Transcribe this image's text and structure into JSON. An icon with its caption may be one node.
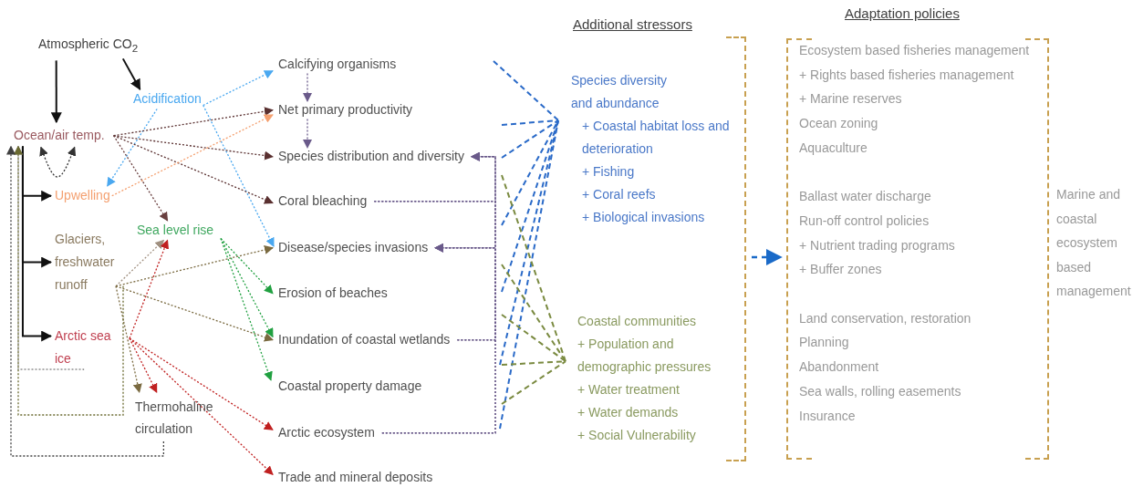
{
  "diagram": {
    "nodes": [
      {
        "text": [
          "Atmospheric CO$_{2}$"
        ]
      },
      {
        "text": [
          "Acidification"
        ]
      },
      {
        "text": [
          "Ocean/air temp."
        ]
      },
      {
        "text": [
          "Upwelling"
        ]
      },
      {
        "text": [
          "Glaciers, freshwater runoff"
        ]
      },
      {
        "text": [
          "Arctic sea ice"
        ]
      },
      {
        "text": [
          "Sea level rise"
        ]
      },
      {
        "text": [
          "Thermohaline circulation"
        ]
      },
      {
        "text": [
          "Calcifying organisms"
        ]
      },
      {
        "text": [
          "Net primary productivity"
        ]
      },
      {
        "text": [
          "Species distribution and diversity"
        ]
      },
      {
        "text": [
          "Coral bleaching"
        ]
      },
      {
        "text": [
          "Disease/species invasions"
        ]
      },
      {
        "text": [
          "Erosion of beaches"
        ]
      },
      {
        "text": [
          "Inundation of coastal wetlands"
        ]
      },
      {
        "text": [
          "Coastal property damage"
        ]
      },
      {
        "text": [
          "Arctic ecosystem"
        ]
      },
      {
        "text": [
          "Trade and mineral deposits"
        ]
      },
      {
        "text": [
          "Additional stressors"
        ]
      },
      {
        "text": [
          "Species diversity and abundance",
          "+ Coastal habitat loss and deterioration",
          "+ Fishing",
          "+ Coral reefs",
          "+ Biological invasions"
        ],
        "in": 18
      },
      {
        "text": [
          "Coastal communities",
          "+ Population and demographic pressures",
          "+ Water treatment",
          "+ Water demands",
          "+ Social Vulnerability"
        ],
        "in": 18
      },
      {
        "text": [
          "Adaptation policies",
          "Ecosystem based fisheries management",
          "+ Rights based fisheries management",
          "+ Marine reserves",
          "Ocean zoning",
          "Aquaculture",
          "Ballast water discharge",
          "Run-off control policies",
          "+ Nutrient trading programs",
          "+ Buffer zones",
          "Land conservation, restoration",
          "Planning",
          "Abandonment",
          "Sea walls, rolling easements",
          "Insurance"
        ],
        "beside": [
          "Marine and coastal ecosystem based management"
        ]
      }
    ],
    "edges": [
      {
        "from": 0,
        "to": 2,
        "arrow": "to",
        "color": "#111111"
      },
      {
        "from": 0,
        "to": 1,
        "arrow": "to",
        "color": "#111111"
      },
      {
        "from": 2,
        "to": 3,
        "arrow": "to",
        "color": "#111111"
      },
      {
        "from": 2,
        "to": 4,
        "arrow": "to",
        "color": "#111111"
      },
      {
        "from": 2,
        "to": 5,
        "arrow": "to",
        "color": "#111111"
      },
      {
        "from": 2,
        "to": 2,
        "arrow": "both",
        "style": "dashed",
        "color": "#333333"
      },
      {
        "from": 1,
        "to": 8,
        "arrow": "to",
        "style": "dashed",
        "color": "#4aa8f0"
      },
      {
        "from": 1,
        "to": 3,
        "arrow": "to",
        "style": "dashed",
        "color": "#4aa8f0"
      },
      {
        "from": 1,
        "to": 12,
        "arrow": "to",
        "style": "dashed",
        "color": "#4aa8f0"
      },
      {
        "from": 2,
        "to": 9,
        "arrow": "to",
        "style": "dashed",
        "color": "#5a3030"
      },
      {
        "from": 2,
        "to": 10,
        "arrow": "to",
        "style": "dashed",
        "color": "#5a3030"
      },
      {
        "from": 2,
        "to": 11,
        "arrow": "to",
        "style": "dashed",
        "color": "#5a3030"
      },
      {
        "from": 2,
        "to": 6,
        "arrow": "to",
        "style": "dashed",
        "color": "#6a4040"
      },
      {
        "from": 3,
        "to": 9,
        "arrow": "to",
        "style": "dashed",
        "color": "#f4a070"
      },
      {
        "from": 4,
        "to": 6,
        "arrow": "to",
        "style": "dashed",
        "color": "#a09080"
      },
      {
        "from": 4,
        "to": 12,
        "arrow": "to",
        "style": "dashed",
        "color": "#7a6a40"
      },
      {
        "from": 4,
        "to": 14,
        "arrow": "to",
        "style": "dashed",
        "color": "#7a6a40"
      },
      {
        "from": 4,
        "to": 7,
        "arrow": "to",
        "style": "dashed",
        "color": "#7a6a40"
      },
      {
        "from": 5,
        "to": 6,
        "arrow": "to",
        "style": "dashed",
        "color": "#c02020"
      },
      {
        "from": 5,
        "to": 7,
        "arrow": "to",
        "style": "dashed",
        "color": "#c02020"
      },
      {
        "from": 5,
        "to": 16,
        "arrow": "to",
        "style": "dashed",
        "color": "#c02020"
      },
      {
        "from": 5,
        "to": 17,
        "arrow": "to",
        "style": "dashed",
        "color": "#c02020"
      },
      {
        "from": 6,
        "to": 13,
        "arrow": "to",
        "style": "dashed",
        "color": "#20a040"
      },
      {
        "from": 6,
        "to": 14,
        "arrow": "to",
        "style": "dashed",
        "color": "#20a040"
      },
      {
        "from": 6,
        "to": 15,
        "arrow": "to",
        "style": "dashed",
        "color": "#20a040"
      },
      {
        "from": 8,
        "to": 9,
        "arrow": "to",
        "style": "dashed",
        "color": "#6a5a8a"
      },
      {
        "from": 9,
        "to": 10,
        "arrow": "to",
        "style": "dashed",
        "color": "#6a5a8a"
      },
      {
        "from": 11,
        "to": 10,
        "arrow": "to",
        "style": "dashed",
        "color": "#6a5a8a"
      },
      {
        "from": 14,
        "to": 10,
        "arrow": "to",
        "style": "dashed",
        "color": "#6a5a8a"
      },
      {
        "from": 16,
        "to": 10,
        "arrow": "to",
        "style": "dashed",
        "color": "#6a5a8a"
      },
      {
        "from": 11,
        "to": 12,
        "arrow": "to",
        "style": "dashed",
        "color": "#6a5a8a"
      },
      {
        "from": 14,
        "to": 12,
        "arrow": "to",
        "style": "dashed",
        "color": "#6a5a8a"
      },
      {
        "from": 16,
        "to": 12,
        "arrow": "to",
        "style": "dashed",
        "color": "#6a5a8a"
      },
      {
        "from": 5,
        "to": 2,
        "arrow": "to",
        "style": "dashed",
        "color": "#909090"
      },
      {
        "from": 4,
        "to": 2,
        "arrow": "to",
        "style": "dashed",
        "color": "#6a6a30"
      },
      {
        "from": 7,
        "to": 2,
        "arrow": "to",
        "style": "dashed",
        "color": "#404040"
      },
      {
        "from": null,
        "to": 19,
        "arrow": "none",
        "style": "dashed",
        "color": "#2a6ac8"
      },
      {
        "from": null,
        "to": 19,
        "arrow": "none",
        "style": "dashed",
        "color": "#2a6ac8"
      },
      {
        "from": null,
        "to": 19,
        "arrow": "none",
        "style": "dashed",
        "color": "#2a6ac8"
      },
      {
        "from": null,
        "to": 19,
        "arrow": "none",
        "style": "dashed",
        "color": "#2a6ac8"
      },
      {
        "from": null,
        "to": 19,
        "arrow": "none",
        "style": "dashed",
        "color": "#2a6ac8"
      },
      {
        "from": null,
        "to": 19,
        "arrow": "none",
        "style": "dashed",
        "color": "#2a6ac8"
      },
      {
        "from": null,
        "to": 19,
        "arrow": "none",
        "style": "dashed",
        "color": "#2a6ac8"
      },
      {
        "from": null,
        "to": 20,
        "arrow": "none",
        "style": "dashed",
        "color": "#7a8a40"
      },
      {
        "from": null,
        "to": 20,
        "arrow": "none",
        "style": "dashed",
        "color": "#7a8a40"
      },
      {
        "from": null,
        "to": 20,
        "arrow": "none",
        "style": "dashed",
        "color": "#7a8a40"
      },
      {
        "from": null,
        "to": 20,
        "arrow": "none",
        "style": "dashed",
        "color": "#7a8a40"
      },
      {
        "from": null,
        "to": 20,
        "arrow": "none",
        "style": "dashed",
        "color": "#7a8a40"
      },
      {
        "from": 18,
        "to": 21,
        "arrow": "to",
        "style": "dashed",
        "color": "#1a6ac8"
      }
    ]
  }
}
